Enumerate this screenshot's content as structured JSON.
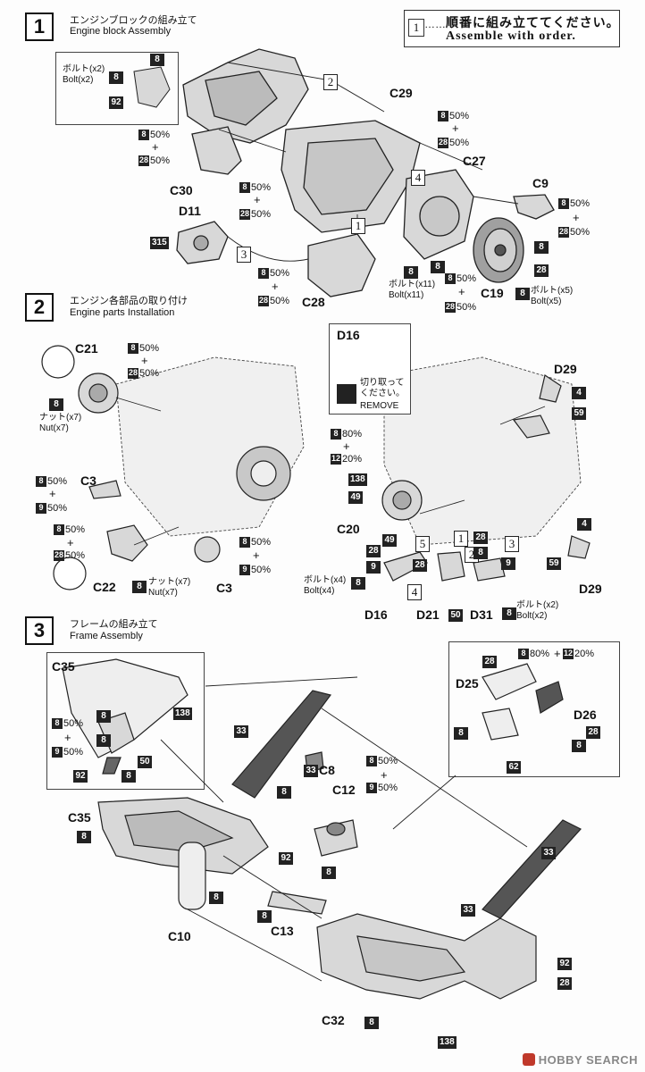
{
  "notice": {
    "num": "1",
    "dots": "……",
    "jp": "順番に組み立ててください。",
    "en": "Assemble with order."
  },
  "steps": [
    {
      "num": "1",
      "jp": "エンジンブロックの組み立て",
      "en": "Engine block Assembly"
    },
    {
      "num": "2",
      "jp": "エンジン各部品の取り付け",
      "en": "Engine parts Installation"
    },
    {
      "num": "3",
      "jp": "フレームの組み立て",
      "en": "Frame Assembly"
    }
  ],
  "step1": {
    "inset_note_jp": "ボルト(x2)",
    "inset_note_en": "Bolt(x2)",
    "parts": {
      "c29": "C29",
      "c30": "C30",
      "c27": "C27",
      "c9": "C9",
      "d11": "D11",
      "c28": "C28",
      "c19": "C19"
    },
    "bolt11_jp": "ボルト(x11)",
    "bolt11_en": "Bolt(x11)",
    "bolt5_jp": "ボルト(x5)",
    "bolt5_en": "Bolt(x5)",
    "order": [
      "1",
      "2",
      "3",
      "4"
    ]
  },
  "step2": {
    "parts": {
      "c21": "C21",
      "c3a": "C3",
      "c22": "C22",
      "c3b": "C3",
      "d16": "D16",
      "d29a": "D29",
      "c20": "C20",
      "d16b": "D16",
      "d21": "D21",
      "d31": "D31",
      "d29b": "D29"
    },
    "nut7_jp": "ナット(x7)",
    "nut7_en": "Nut(x7)",
    "cut_jp": "切り取って\nください。",
    "cut_en": "REMOVE",
    "bolt4_jp": "ボルト(x4)",
    "bolt4_en": "Bolt(x4)",
    "bolt2_jp": "ボルト(x2)",
    "bolt2_en": "Bolt(x2)",
    "order": [
      "1",
      "2",
      "3",
      "4",
      "5"
    ]
  },
  "step3": {
    "parts": {
      "c35": "C35",
      "c35b": "C35",
      "c8": "C8",
      "c12": "C12",
      "c10": "C10",
      "c13": "C13",
      "c32": "C32",
      "d25": "D25",
      "d26": "D26"
    }
  },
  "mix": {
    "p50": "50%",
    "p80": "80%",
    "p20": "20%",
    "plus": "+",
    "c8": "8",
    "c28": "28",
    "c9": "9",
    "c12": "12"
  },
  "tags": {
    "t8": "8",
    "t92": "92",
    "t315": "315",
    "t28": "28",
    "t4": "4",
    "t59": "59",
    "t138": "138",
    "t49": "49",
    "t50": "50",
    "t9": "9",
    "t33": "33",
    "t62": "62"
  },
  "watermark": "HOBBY SEARCH"
}
